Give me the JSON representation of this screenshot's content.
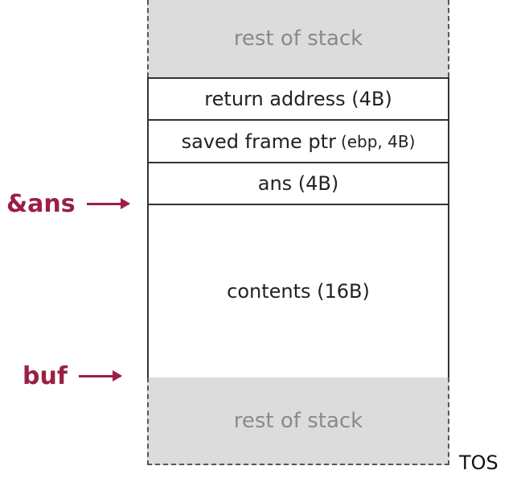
{
  "stack": {
    "rest_top": "rest of stack",
    "return_address": "return address (4B)",
    "saved_frame_ptr": "saved frame ptr",
    "saved_frame_ptr_detail": "(ebp, 4B)",
    "ans": "ans (4B)",
    "contents": "contents (16B)",
    "rest_bottom": "rest of stack"
  },
  "pointers": {
    "ans_label": "&ans",
    "buf_label": "buf"
  },
  "tos_label": "TOS",
  "colors": {
    "pointer": "#9b1f45",
    "rest_fill": "#dcdcdc",
    "rest_text": "#8a8a8a"
  }
}
